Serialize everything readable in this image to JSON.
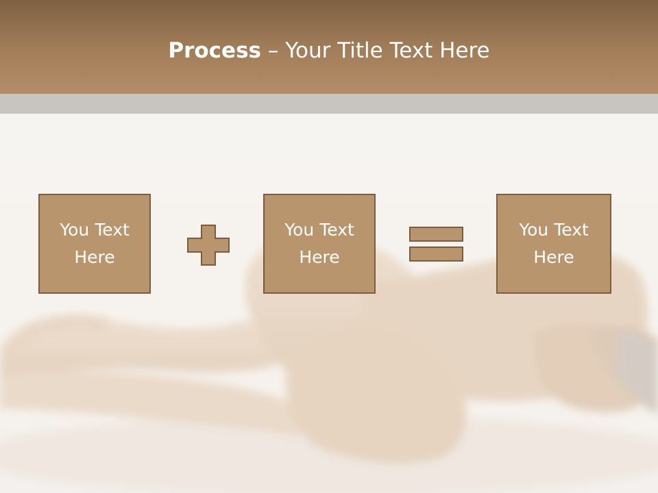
{
  "slide": {
    "title_bold": "Process",
    "title_rest": " – Your Title Text Here"
  },
  "process": {
    "boxes": [
      {
        "text": "You Text Here"
      },
      {
        "text": "You Text Here"
      },
      {
        "text": "You Text Here"
      }
    ],
    "operators": [
      "plus-icon",
      "equals-icon"
    ]
  },
  "colors": {
    "header": "#a07c58",
    "box_fill": "#b8956c",
    "box_border": "#7a5d40",
    "band": "#c8c4bf"
  }
}
